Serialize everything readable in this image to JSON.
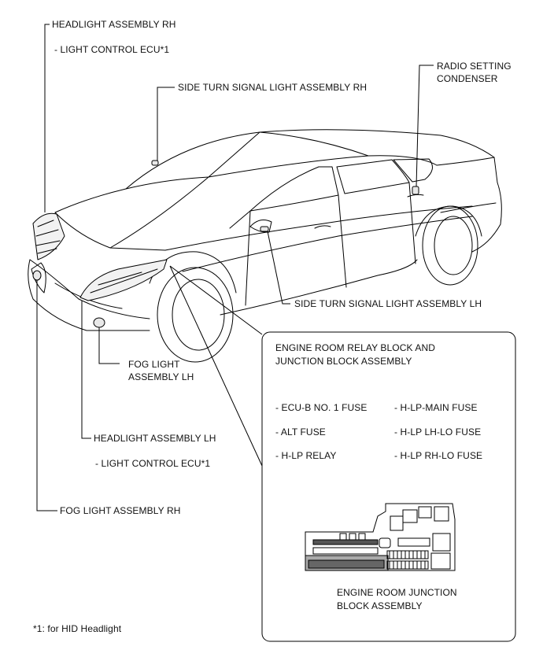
{
  "callouts": {
    "headlight_rh": "HEADLIGHT ASSEMBLY RH",
    "headlight_rh_sub": "- LIGHT CONTROL ECU*1",
    "side_turn_rh": "SIDE TURN SIGNAL LIGHT ASSEMBLY RH",
    "radio_condenser": "RADIO SETTING\nCONDENSER",
    "side_turn_lh": "SIDE TURN SIGNAL LIGHT ASSEMBLY LH",
    "fog_lh": "FOG LIGHT\nASSEMBLY LH",
    "headlight_lh": "HEADLIGHT ASSEMBLY LH",
    "headlight_lh_sub": "- LIGHT CONTROL ECU*1",
    "fog_rh": "FOG LIGHT ASSEMBLY RH"
  },
  "junction_box": {
    "title": "ENGINE ROOM RELAY BLOCK AND\nJUNCTION BLOCK ASSEMBLY",
    "items_left": [
      "- ECU-B NO. 1 FUSE",
      "- ALT FUSE",
      "- H-LP RELAY"
    ],
    "items_right": [
      "- H-LP-MAIN FUSE",
      "- H-LP LH-LO FUSE",
      "- H-LP RH-LO FUSE"
    ],
    "block_label": "ENGINE ROOM JUNCTION\nBLOCK ASSEMBLY"
  },
  "footnote": "*1: for HID Headlight"
}
